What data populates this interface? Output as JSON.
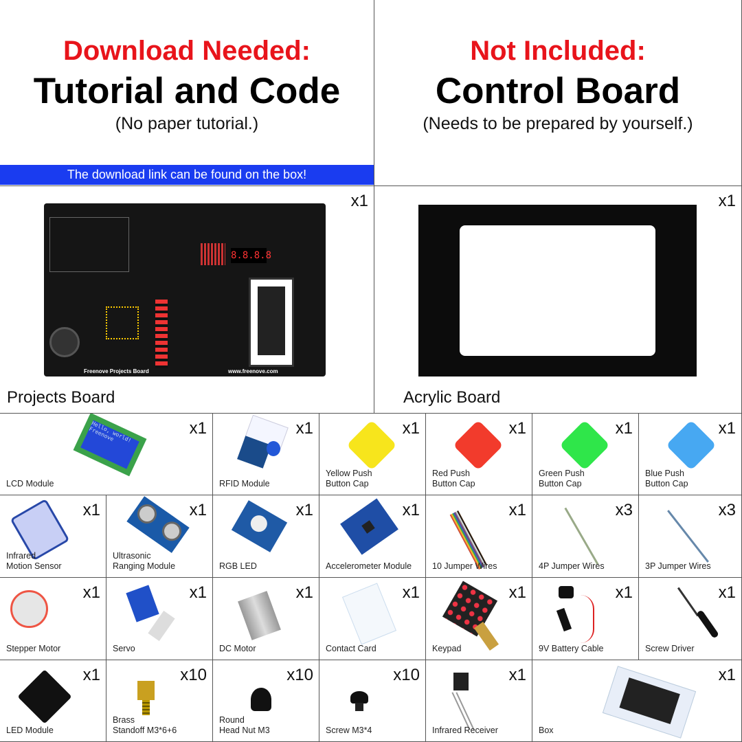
{
  "header_left": {
    "title_red": "Download Needed:",
    "title_black": "Tutorial and Code",
    "subtitle": "(No paper tutorial.)",
    "banner": "The download link can be found on the box!"
  },
  "header_right": {
    "title_red": "Not Included:",
    "title_black": "Control Board",
    "subtitle": "(Needs to be prepared by yourself.)"
  },
  "boards": [
    {
      "label": "Projects Board",
      "qty": "x1",
      "print_title": "Freenove Projects Board",
      "print_url": "www.freenove.com",
      "segment_display": "8.8.8.8"
    },
    {
      "label": "Acrylic Board",
      "qty": "x1"
    }
  ],
  "items": [
    {
      "label": "LCD Module",
      "qty": "x1",
      "screen_text": "Hello, world! Freenove"
    },
    {
      "label": "RFID Module",
      "qty": "x1"
    },
    {
      "label": "Yellow Push\nButton Cap",
      "qty": "x1",
      "color": "#f7e51c"
    },
    {
      "label": "Red Push\nButton Cap",
      "qty": "x1",
      "color": "#f23b2c"
    },
    {
      "label": "Green Push\nButton Cap",
      "qty": "x1",
      "color": "#2fe64a"
    },
    {
      "label": "Blue Push\nButton Cap",
      "qty": "x1",
      "color": "#47a8f2"
    },
    {
      "label": "Infrared\nMotion Sensor",
      "qty": "x1"
    },
    {
      "label": "Ultrasonic\nRanging Module",
      "qty": "x1"
    },
    {
      "label": "RGB LED",
      "qty": "x1"
    },
    {
      "label": "Accelerometer Module",
      "qty": "x1"
    },
    {
      "label": "10 Jumper Wires",
      "qty": "x1"
    },
    {
      "label": "4P Jumper Wires",
      "qty": "x3"
    },
    {
      "label": "3P Jumper Wires",
      "qty": "x3"
    },
    {
      "label": "Stepper Motor",
      "qty": "x1"
    },
    {
      "label": "Servo",
      "qty": "x1"
    },
    {
      "label": "DC Motor",
      "qty": "x1"
    },
    {
      "label": "Contact Card",
      "qty": "x1"
    },
    {
      "label": "Keypad",
      "qty": "x1"
    },
    {
      "label": "9V Battery Cable",
      "qty": "x1"
    },
    {
      "label": "Screw Driver",
      "qty": "x1"
    },
    {
      "label": "LED Module",
      "qty": "x1"
    },
    {
      "label": "Brass\nStandoff M3*6+6",
      "qty": "x10"
    },
    {
      "label": "Round\nHead Nut M3",
      "qty": "x10"
    },
    {
      "label": "Screw M3*4",
      "qty": "x10"
    },
    {
      "label": "Infrared Receiver",
      "qty": "x1"
    },
    {
      "label": "Box",
      "qty": "x1"
    }
  ]
}
